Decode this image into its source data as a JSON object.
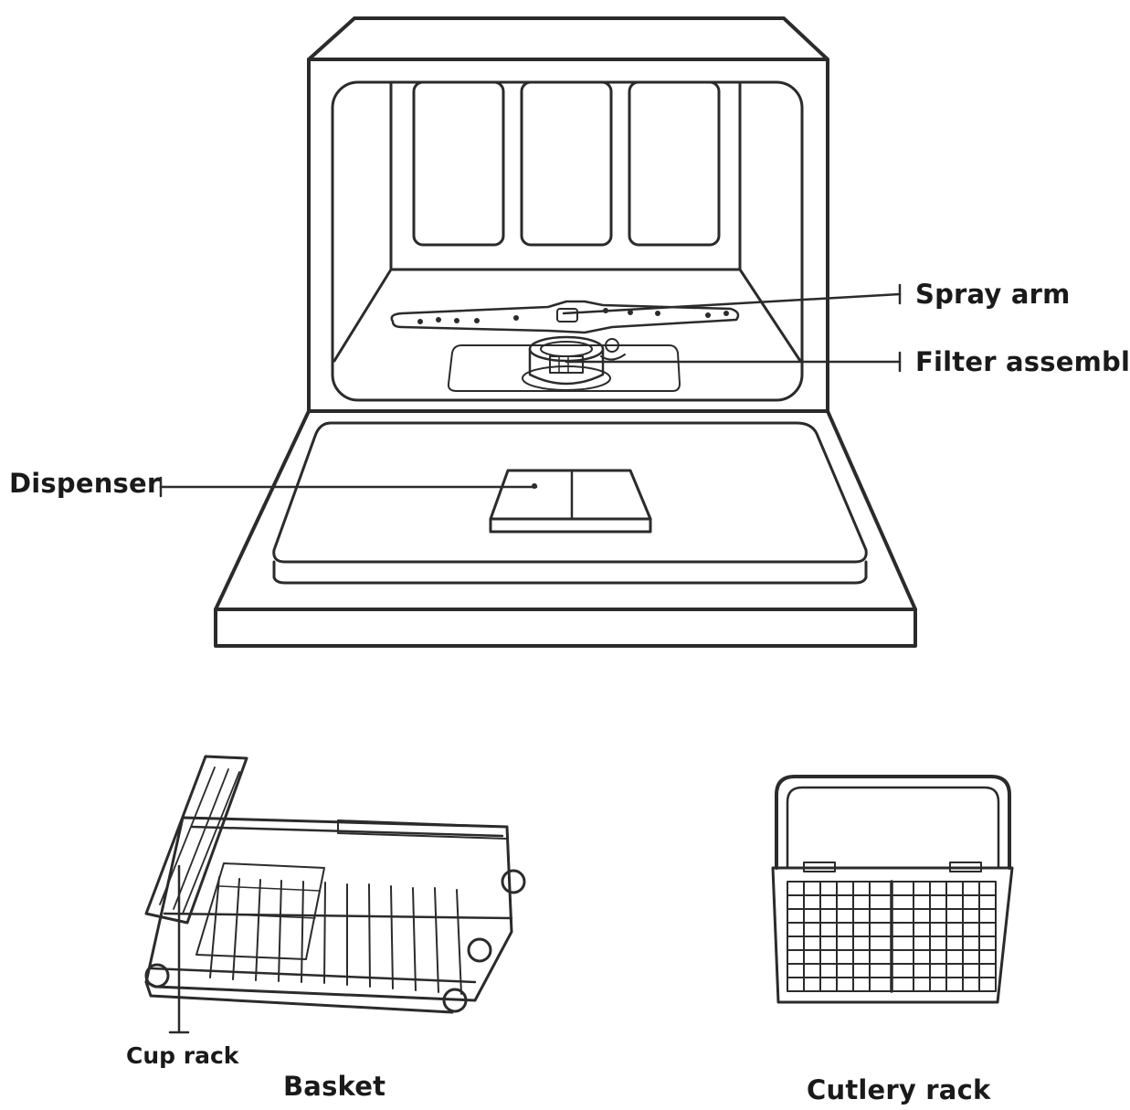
{
  "labels": {
    "spray_arm": "Spray arm",
    "filter_assembly": "Filter assembly",
    "dispenser": "Dispenser",
    "cup_rack": "Cup rack",
    "basket": "Basket",
    "cutlery_rack": "Cutlery rack"
  },
  "colors": {
    "line": "#2b2b2b",
    "background": "#ffffff"
  }
}
